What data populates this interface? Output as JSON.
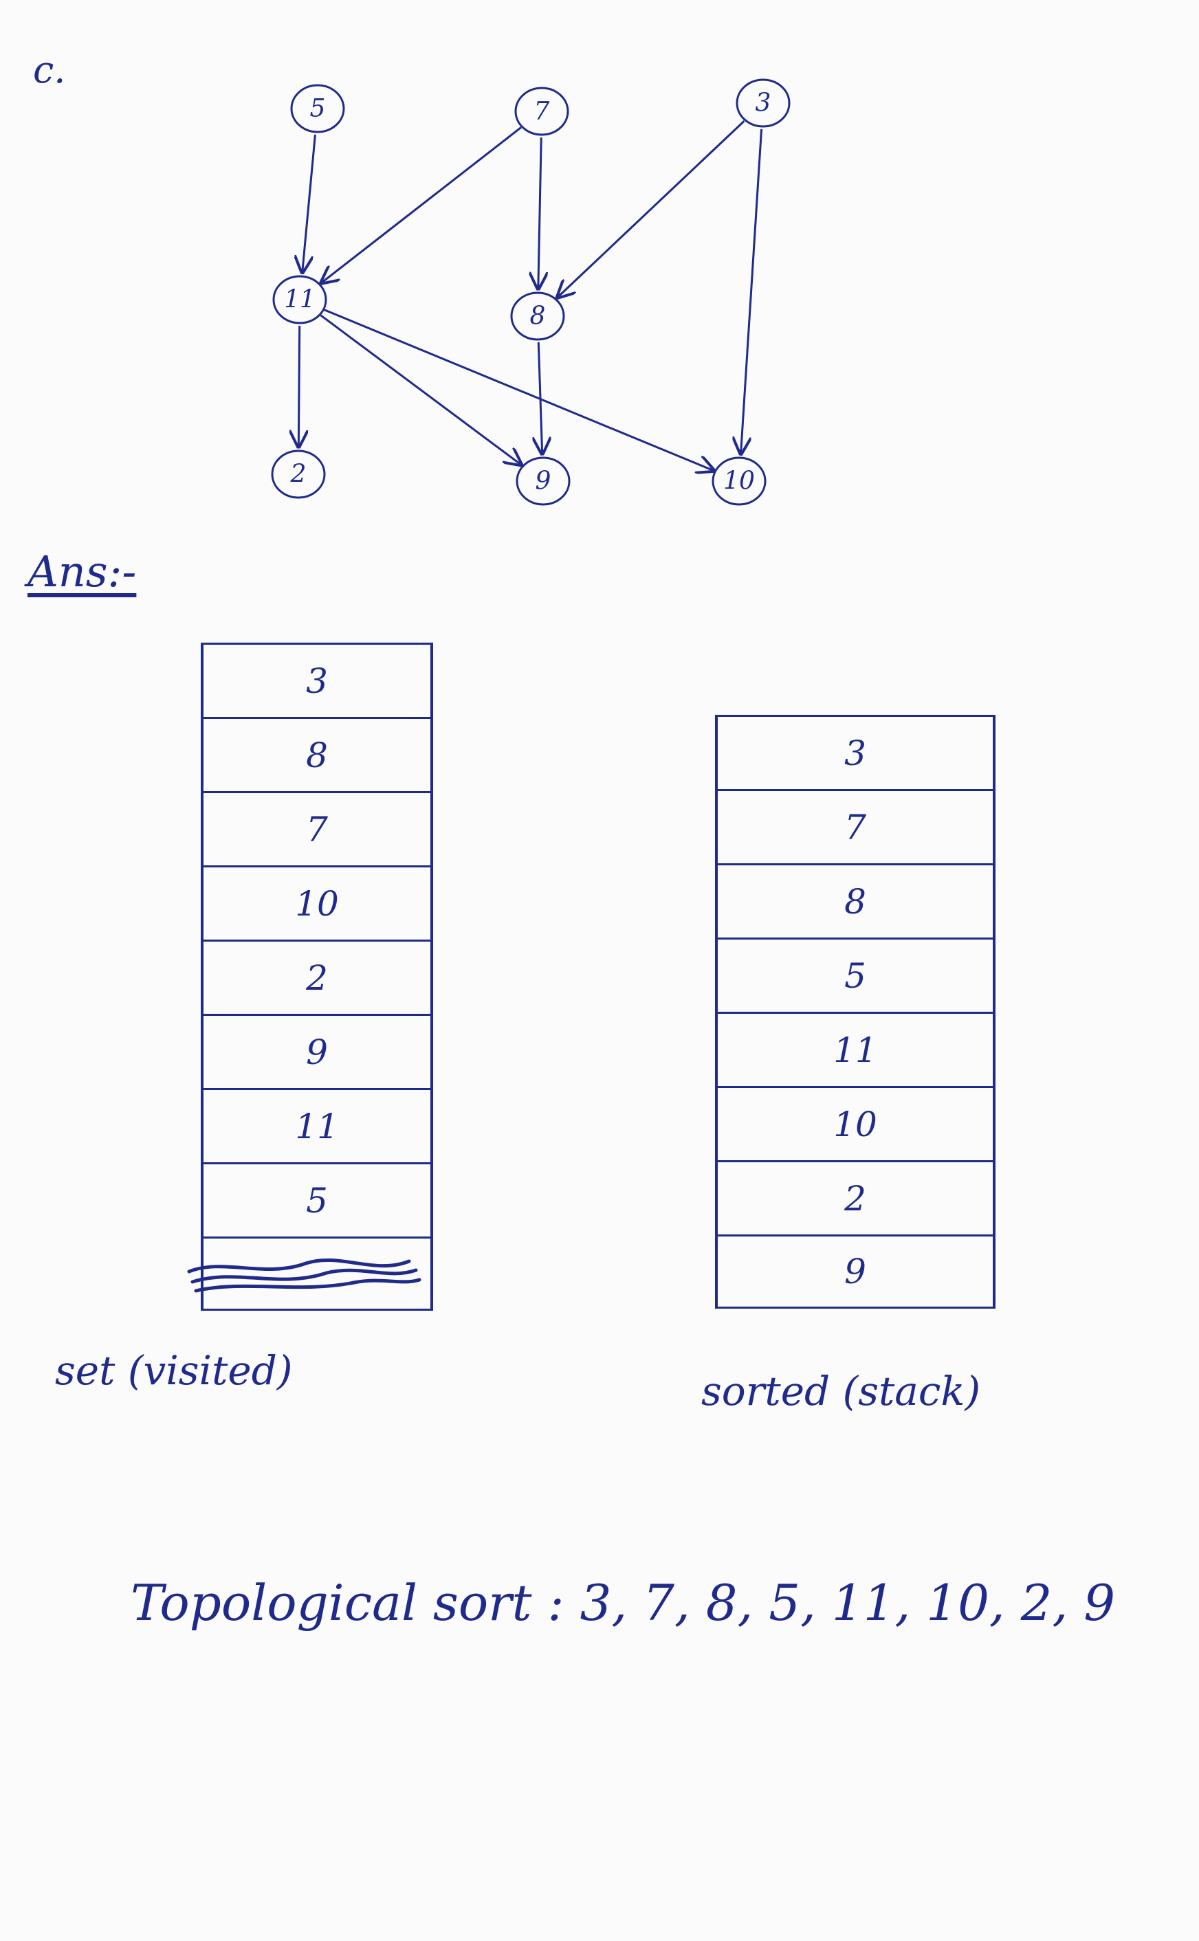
{
  "question_label": "c.",
  "answer_label": "Ans:-",
  "graph": {
    "nodes": [
      {
        "id": "5",
        "label": "5"
      },
      {
        "id": "7",
        "label": "7"
      },
      {
        "id": "3",
        "label": "3"
      },
      {
        "id": "11",
        "label": "11"
      },
      {
        "id": "8",
        "label": "8"
      },
      {
        "id": "2",
        "label": "2"
      },
      {
        "id": "9",
        "label": "9"
      },
      {
        "id": "10",
        "label": "10"
      }
    ],
    "edges": [
      {
        "from": "5",
        "to": "11"
      },
      {
        "from": "7",
        "to": "11"
      },
      {
        "from": "7",
        "to": "8"
      },
      {
        "from": "3",
        "to": "8"
      },
      {
        "from": "3",
        "to": "10"
      },
      {
        "from": "11",
        "to": "2"
      },
      {
        "from": "11",
        "to": "9"
      },
      {
        "from": "11",
        "to": "10"
      },
      {
        "from": "8",
        "to": "9"
      }
    ]
  },
  "visited_set": {
    "caption": "set (visited)",
    "items": [
      "3",
      "8",
      "7",
      "10",
      "2",
      "9",
      "11",
      "5"
    ]
  },
  "sorted_stack": {
    "caption": "sorted (stack)",
    "items": [
      "3",
      "7",
      "8",
      "5",
      "11",
      "10",
      "2",
      "9"
    ]
  },
  "result": {
    "label": "Topological sort :",
    "order": "3, 7, 8, 5, 11, 10, 2, 9"
  },
  "colors": {
    "ink": "#1f2a8a",
    "paper": "#fbfbfb"
  }
}
